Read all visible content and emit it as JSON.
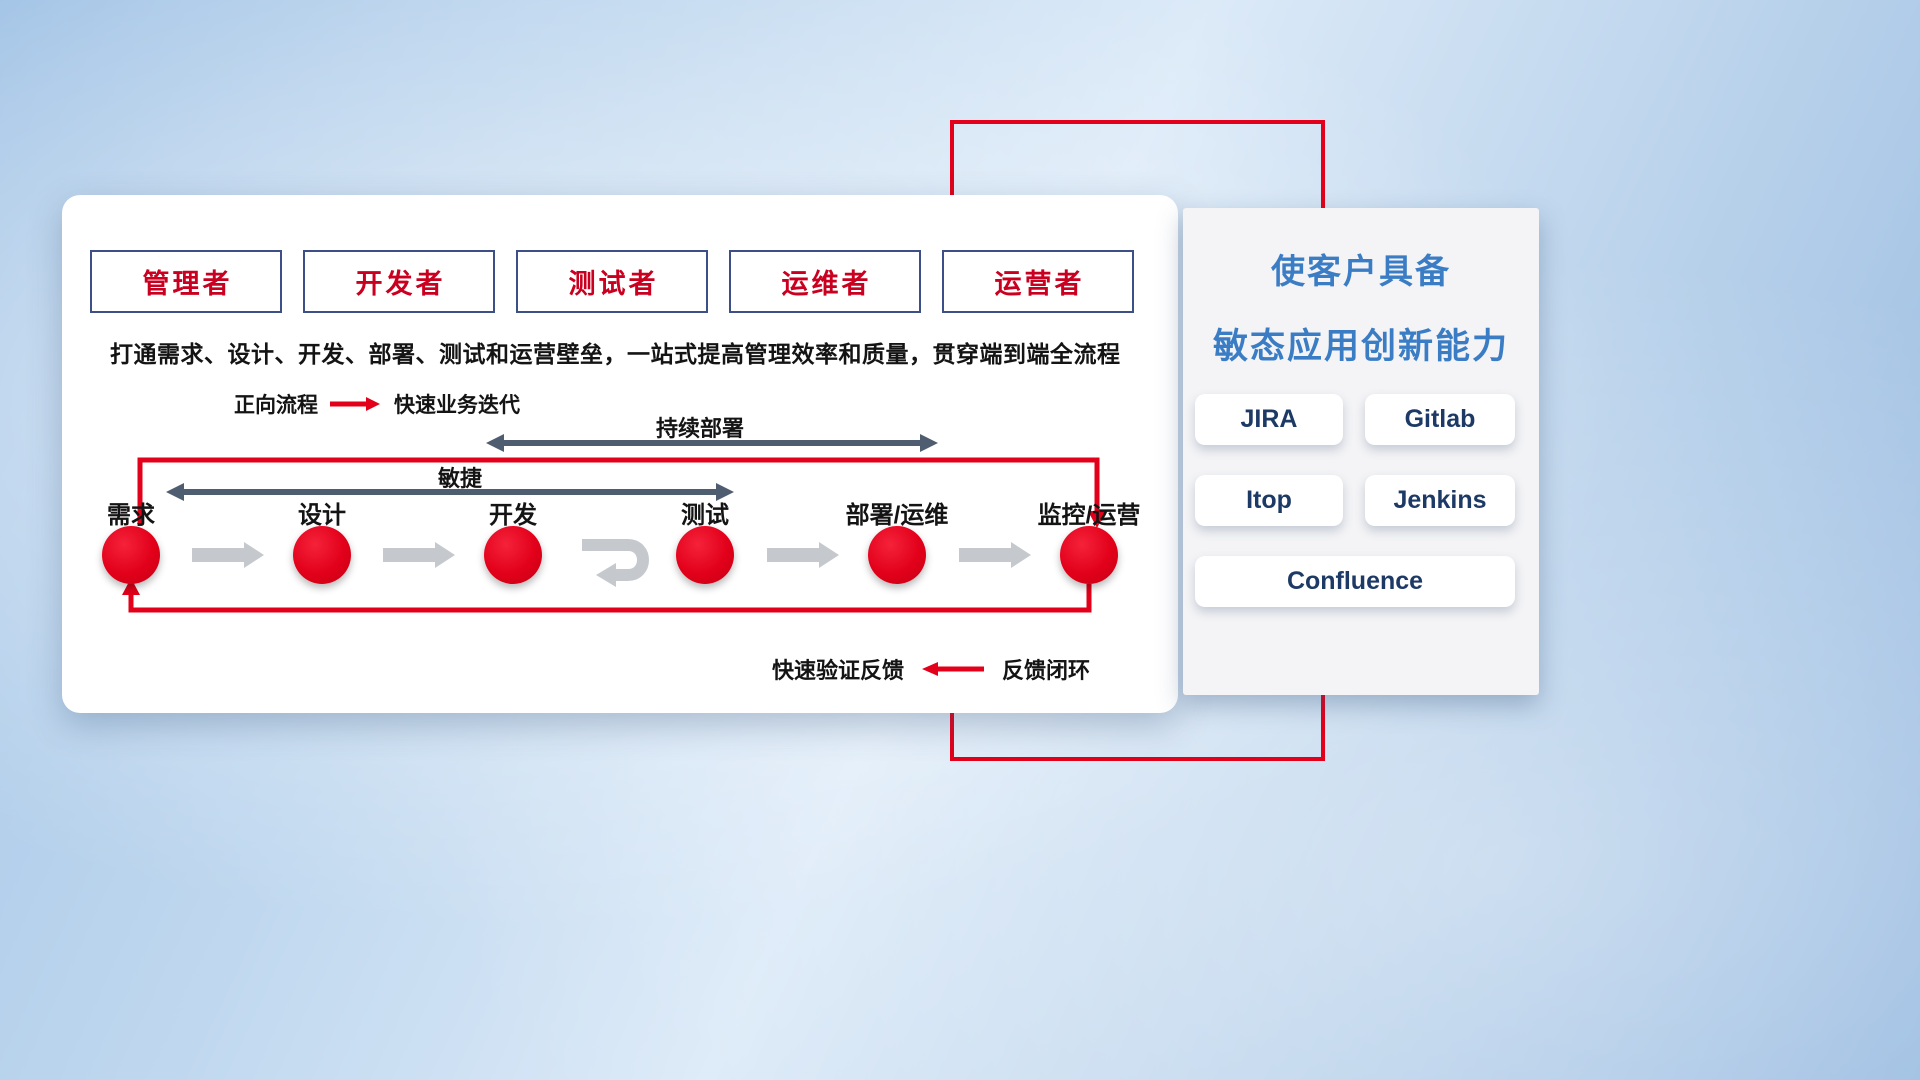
{
  "roles": [
    {
      "label": "管理者"
    },
    {
      "label": "开发者"
    },
    {
      "label": "测试者"
    },
    {
      "label": "运维者"
    },
    {
      "label": "运营者"
    }
  ],
  "description": "打通需求、设计、开发、部署、测试和运营壁垒，一站式提高管理效率和质量，贯穿端到端全流程",
  "legend_forward": {
    "label": "正向流程",
    "value": "快速业务迭代"
  },
  "legend_feedback": {
    "label": "快速验证反馈",
    "value": "反馈闭环"
  },
  "flow": {
    "span_labels": {
      "continuous_deploy": "持续部署",
      "agile": "敏捷"
    },
    "stages": [
      "需求",
      "设计",
      "开发",
      "测试",
      "部署/运维",
      "监控/运营"
    ]
  },
  "right_panel": {
    "title_line1": "使客户具备",
    "title_line2": "敏态应用创新能力",
    "tools": [
      "JIRA",
      "Gitlab",
      "Itop",
      "Jenkins",
      "Confluence"
    ]
  },
  "colors": {
    "accent_red": "#e2001a",
    "title_blue": "#3b7dc4",
    "tool_navy": "#1d3a66",
    "role_red": "#c9001f",
    "role_border_navy": "#3c4f86",
    "span_arrow_dark": "#4f5d70",
    "flow_arrow_gray": "#c5c9cd"
  }
}
